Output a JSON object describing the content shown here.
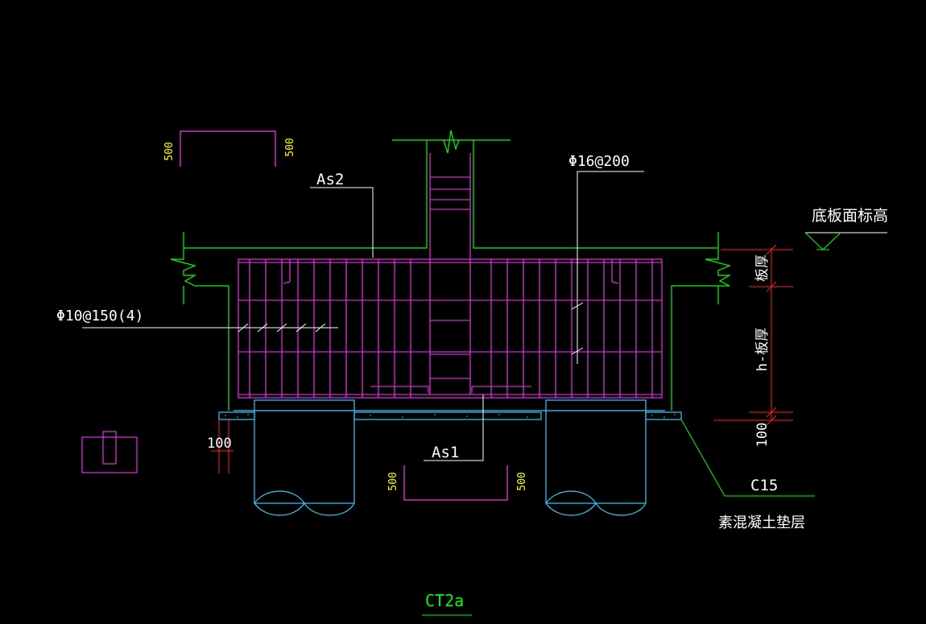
{
  "colors": {
    "background": "#000000",
    "wall_green": "#00ff00",
    "rebar_magenta": "#ff33ff",
    "pile_cyan": "#33ccff",
    "dimension_red": "#ff2020",
    "leader_white": "#ffffff",
    "dim_text_yellow": "#ffff33"
  },
  "labels": {
    "as2": "As2",
    "as1": "As1",
    "rebar_top": "Φ16@200",
    "rebar_stirrup": "Φ10@150(4)",
    "floor_elevation": "底板面标高",
    "slab_thickness": "板厚",
    "h_minus_thickness": "h-板厚",
    "cover_100_left": "100",
    "cover_100_right": "100",
    "concrete_grade": "C15",
    "cushion_layer": "素混凝土垫层",
    "drawing_title": "CT2a"
  },
  "hook_details": {
    "top_left": "500",
    "top_right": "500",
    "bottom_left": "500",
    "bottom_right": "500"
  }
}
